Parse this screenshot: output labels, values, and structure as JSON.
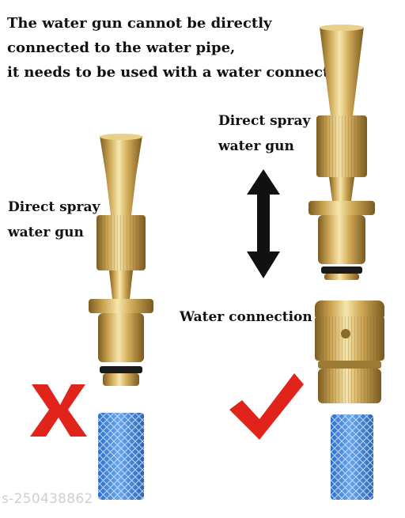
{
  "headline": {
    "line1": "The water gun cannot be directly",
    "line2": "connected to the water pipe,",
    "line3": "it needs to be used with a water connector"
  },
  "labels": {
    "left_gun_line1": "Direct spray",
    "left_gun_line2": "water gun",
    "right_gun_line1": "Direct spray",
    "right_gun_line2": "water gun",
    "connector": "Water connection"
  },
  "marks": {
    "wrong": "X",
    "right": "check"
  },
  "watermark": "s-250438862",
  "colors": {
    "brass": "#c9a24f",
    "brass_light": "#f3dfa0",
    "brass_dark": "#8a6a2a",
    "hose": "#3e86e0",
    "mark_red": "#e0231b",
    "arrow": "#111111",
    "oring": "#1a1a1a"
  }
}
